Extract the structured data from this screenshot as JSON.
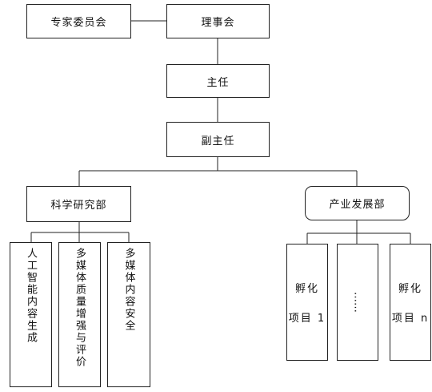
{
  "nodes": {
    "expert_committee": "专家委员会",
    "board": "理事会",
    "director": "主任",
    "deputy_director": "副主任",
    "science_dept": "科学研究部",
    "industry_dept": "产业发展部",
    "ai_content": "人工智能内容生成",
    "quality": "多媒体质量增强与评价",
    "security": "多媒体内容安全",
    "incubation_1": {
      "line1": "孵化",
      "line2": "项目 1"
    },
    "ellipsis": "……",
    "incubation_n": {
      "line1": "孵化",
      "line2": "项目 n"
    }
  },
  "colors": {
    "border": "#222222",
    "background": "#ffffff",
    "text": "#111111"
  }
}
